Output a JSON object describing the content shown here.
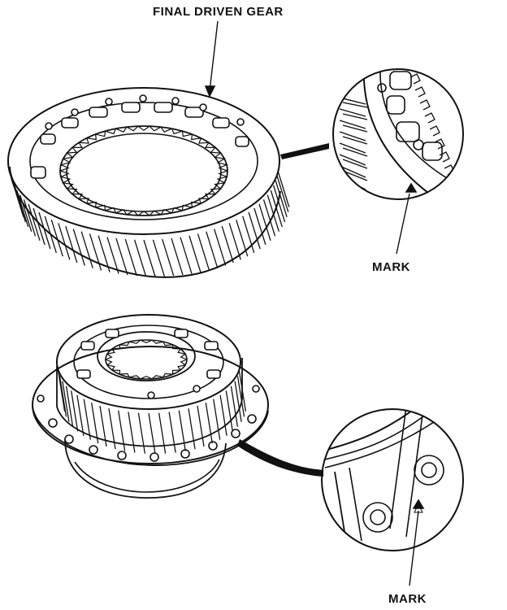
{
  "labels": {
    "title": "FINAL DRIVEN GEAR",
    "mark_top": "MARK",
    "mark_bottom": "MARK"
  },
  "colors": {
    "ink": "#111111",
    "paper": "#ffffff"
  },
  "icons": {
    "top_detail": "ring-gear-mark-detail",
    "bottom_detail": "differential-flange-mark-detail"
  }
}
